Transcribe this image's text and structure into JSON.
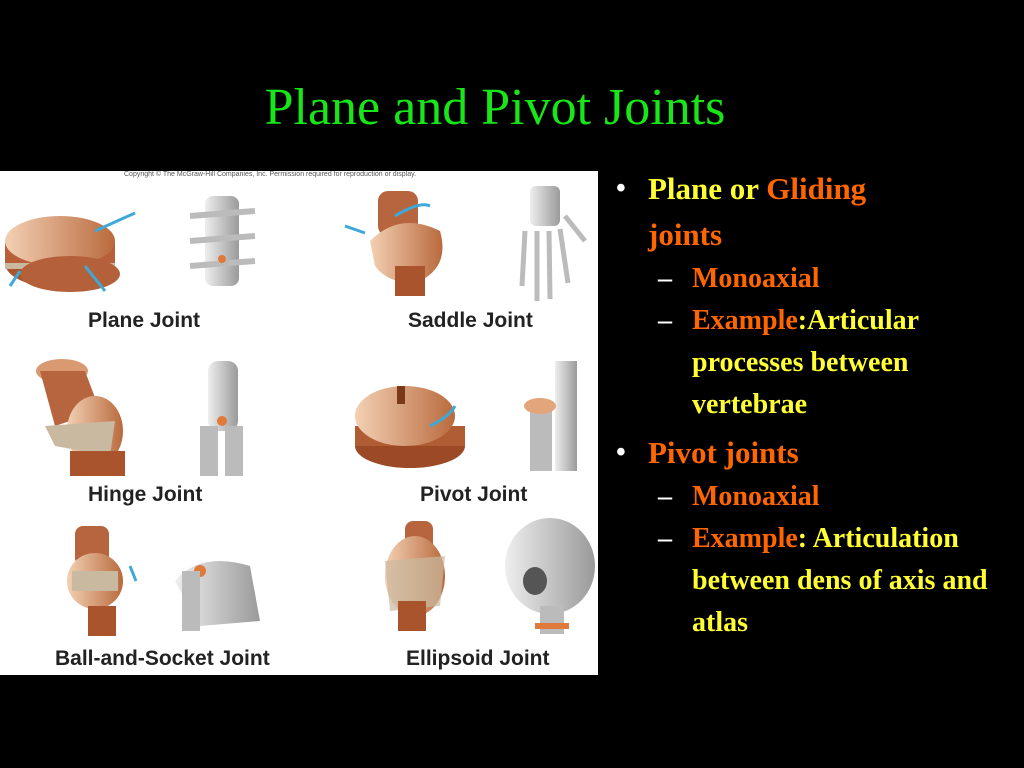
{
  "title": "Plane and Pivot Joints",
  "figure": {
    "copyright": "Copyright © The McGraw-Hill Companies, Inc. Permission required for reproduction or display.",
    "labels": {
      "plane": "Plane Joint",
      "saddle": "Saddle Joint",
      "hinge": "Hinge Joint",
      "pivot": "Pivot Joint",
      "ball": "Ball-and-Socket Joint",
      "ellipsoid": "Ellipsoid Joint"
    }
  },
  "bullets": {
    "plane": {
      "a": "Plane or ",
      "b": "Gliding",
      "c": "joints"
    },
    "plane_sub1": "Monoaxial",
    "plane_sub2": {
      "a": "Example",
      "b": ":Articular processes between vertebrae"
    },
    "pivot": "Pivot joints",
    "pivot_sub1": "Monoaxial",
    "pivot_sub2": {
      "a": "Example",
      "b": ":",
      "c": "Articulation between dens of axis and atlas"
    }
  },
  "colors": {
    "title": "#19e619",
    "bullet_yellow": "#ffff33",
    "bullet_orange": "#ff6600",
    "background": "#000000"
  }
}
